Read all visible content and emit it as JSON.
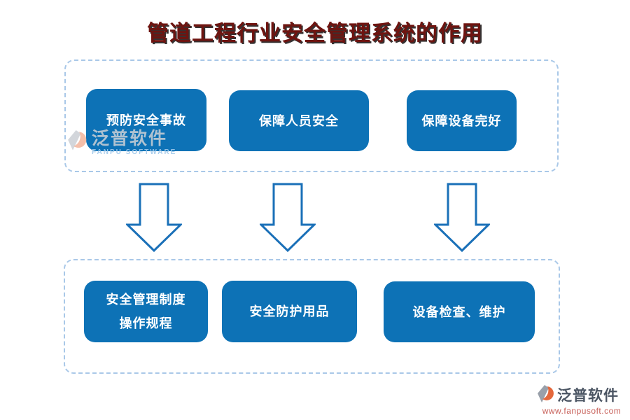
{
  "title": "管道工程行业安全管理系统的作用",
  "top_group": {
    "items": [
      {
        "label": "预防安全事故"
      },
      {
        "label": "保障人员安全"
      },
      {
        "label": "保障设备完好"
      }
    ]
  },
  "bottom_group": {
    "items": [
      {
        "line1": "安全管理制度",
        "line2": "操作规程"
      },
      {
        "line1": "安全防护用品"
      },
      {
        "line1": "设备检查、维护"
      }
    ]
  },
  "watermark": {
    "brand": "泛普软件",
    "brand_en": "FANPU SOFTWARE"
  },
  "footer": {
    "brand": "泛普软件",
    "url": "www.fanpusoft.com"
  },
  "icons": {
    "down_arrow": "hollow-down-arrow",
    "brand_logo": "fanpu-pinwheel-logo"
  },
  "colors": {
    "button_blue": "#0d72b6",
    "container_dashed_border": "#a9c8e8",
    "arrow_stroke": "#1a70b8",
    "title_dark_red": "#6e1410",
    "footer_brand_gray": "#4b5563",
    "footer_url_red": "#c75f58",
    "logo_gray": "#99a0aa",
    "logo_orange": "#e4683c"
  }
}
